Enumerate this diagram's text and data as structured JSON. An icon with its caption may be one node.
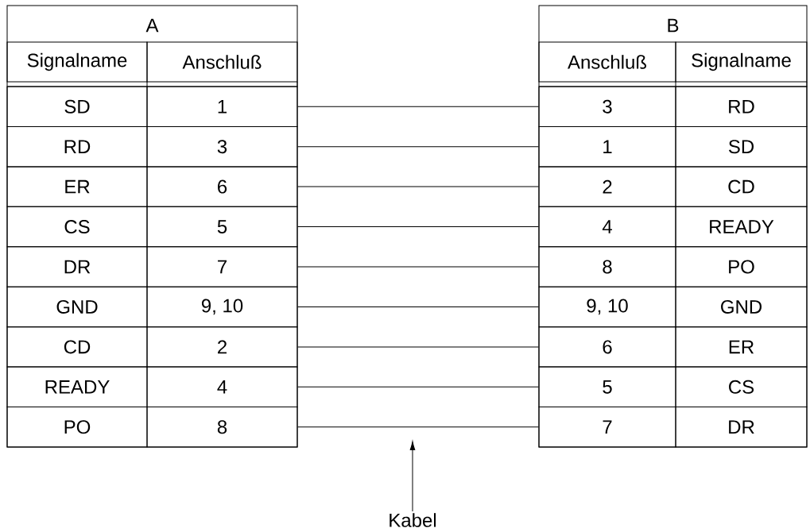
{
  "diagram": {
    "nodes": [
      {
        "text": [
          "A"
        ]
      },
      {
        "text": [
          "Signalname"
        ],
        "in": 0
      },
      {
        "text": [
          "Anschluß"
        ],
        "in": 0
      },
      {
        "text": [
          "SD"
        ],
        "in": 0
      },
      {
        "text": [
          "1"
        ],
        "in": 0
      },
      {
        "text": [
          "RD"
        ],
        "in": 0
      },
      {
        "text": [
          "3"
        ],
        "in": 0
      },
      {
        "text": [
          "ER"
        ],
        "in": 0
      },
      {
        "text": [
          "6"
        ],
        "in": 0
      },
      {
        "text": [
          "CS"
        ],
        "in": 0
      },
      {
        "text": [
          "5"
        ],
        "in": 0
      },
      {
        "text": [
          "DR"
        ],
        "in": 0
      },
      {
        "text": [
          "7"
        ],
        "in": 0
      },
      {
        "text": [
          "GND"
        ],
        "in": 0
      },
      {
        "text": [
          "9, 10"
        ],
        "in": 0
      },
      {
        "text": [
          "CD"
        ],
        "in": 0
      },
      {
        "text": [
          "2"
        ],
        "in": 0
      },
      {
        "text": [
          "READY"
        ],
        "in": 0
      },
      {
        "text": [
          "4"
        ],
        "in": 0
      },
      {
        "text": [
          "PO"
        ],
        "in": 0
      },
      {
        "text": [
          "8"
        ],
        "in": 0
      },
      {
        "text": [
          "B"
        ]
      },
      {
        "text": [
          "Anschluß"
        ],
        "in": 21
      },
      {
        "text": [
          "Signalname"
        ],
        "in": 21
      },
      {
        "text": [
          "3"
        ],
        "in": 21
      },
      {
        "text": [
          "RD"
        ],
        "in": 21
      },
      {
        "text": [
          "1"
        ],
        "in": 21
      },
      {
        "text": [
          "SD"
        ],
        "in": 21
      },
      {
        "text": [
          "2"
        ],
        "in": 21
      },
      {
        "text": [
          "CD"
        ],
        "in": 21
      },
      {
        "text": [
          "4"
        ],
        "in": 21
      },
      {
        "text": [
          "READY"
        ],
        "in": 21
      },
      {
        "text": [
          "8"
        ],
        "in": 21
      },
      {
        "text": [
          "PO"
        ],
        "in": 21
      },
      {
        "text": [
          "9, 10"
        ],
        "in": 21
      },
      {
        "text": [
          "GND"
        ],
        "in": 21
      },
      {
        "text": [
          "6"
        ],
        "in": 21
      },
      {
        "text": [
          "ER"
        ],
        "in": 21
      },
      {
        "text": [
          "5"
        ],
        "in": 21
      },
      {
        "text": [
          "CS"
        ],
        "in": 21
      },
      {
        "text": [
          "7"
        ],
        "in": 21
      },
      {
        "text": [
          "DR"
        ],
        "in": 21
      },
      {
        "text": [
          "Kabel"
        ]
      }
    ],
    "edges": [
      {
        "from": 4,
        "to": 24,
        "arrow": "none"
      },
      {
        "from": 6,
        "to": 26,
        "arrow": "none"
      },
      {
        "from": 8,
        "to": 28,
        "arrow": "none"
      },
      {
        "from": 10,
        "to": 30,
        "arrow": "none"
      },
      {
        "from": 12,
        "to": 32,
        "arrow": "none"
      },
      {
        "from": 14,
        "to": 34,
        "arrow": "none"
      },
      {
        "from": 16,
        "to": 36,
        "arrow": "none"
      },
      {
        "from": 18,
        "to": 38,
        "arrow": "none"
      },
      {
        "from": 20,
        "to": 40,
        "arrow": "none"
      },
      {
        "from": 42,
        "to": null,
        "arrow": "to"
      }
    ]
  }
}
